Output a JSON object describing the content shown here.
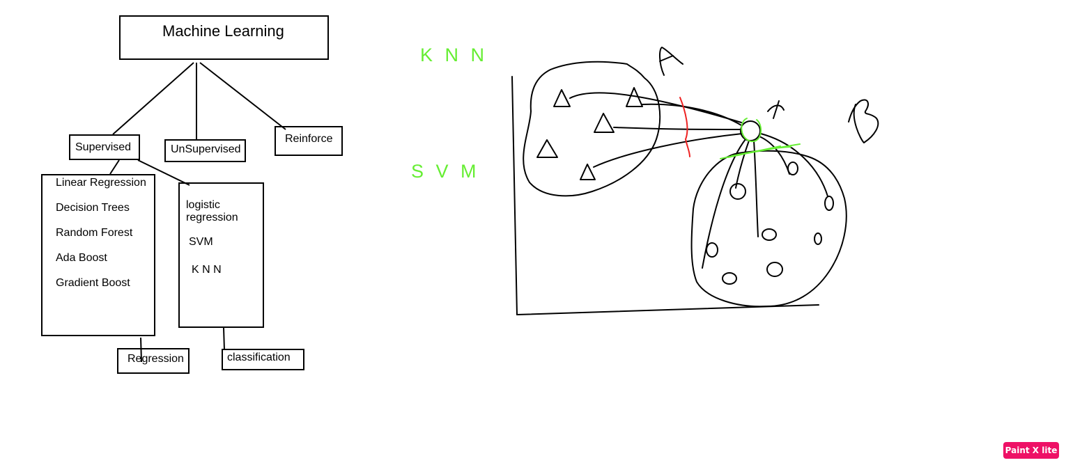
{
  "tree": {
    "root": "Machine Learning",
    "branches": [
      "Supervised",
      "UnSupervised",
      "Reinforce"
    ],
    "regression_algorithms": [
      "Linear Regression",
      "Decision Trees",
      "Random Forest",
      "Ada Boost",
      "Gradient Boost"
    ],
    "classification_algorithms": [
      "logistic\nregression",
      "SVM",
      "K N N"
    ],
    "regression_label": "Regression",
    "classification_label": "classification"
  },
  "sketch": {
    "labels": {
      "knn": "K N N",
      "svm": "S V M",
      "class_a": "A",
      "class_b": "B",
      "query_point": "x"
    },
    "colors": {
      "annotation_green": "#66ee33",
      "boundary_red": "#ee2222",
      "ink": "#000000"
    }
  },
  "app_badge": {
    "label": "Paint X lite",
    "color": "#ee1166"
  }
}
